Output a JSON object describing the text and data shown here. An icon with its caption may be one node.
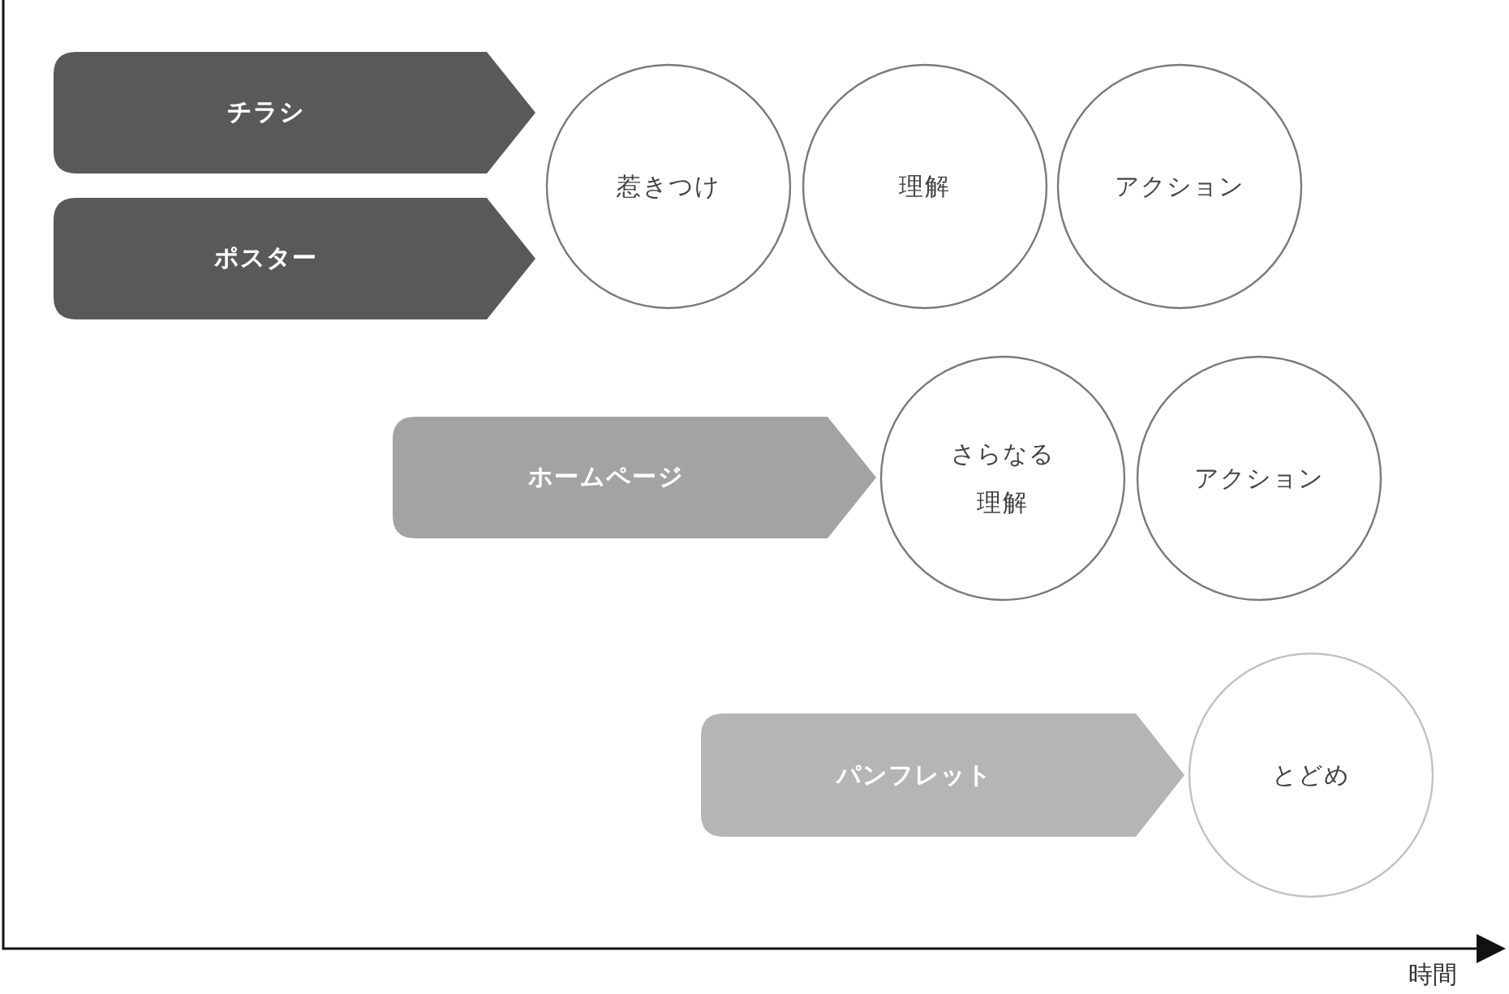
{
  "diagram": {
    "nodes": [
      {
        "text": [
          "チラシ"
        ]
      },
      {
        "text": [
          "ポスター"
        ]
      },
      {
        "text": [
          "惹きつけ"
        ]
      },
      {
        "text": [
          "理解"
        ]
      },
      {
        "text": [
          "アクション"
        ]
      },
      {
        "text": [
          "ホームページ"
        ]
      },
      {
        "text": [
          "さらなる理解"
        ]
      },
      {
        "text": [
          "アクション"
        ]
      },
      {
        "text": [
          "パンフレット"
        ]
      },
      {
        "text": [
          "とどめ"
        ]
      }
    ],
    "labels": [
      "時間"
    ]
  }
}
